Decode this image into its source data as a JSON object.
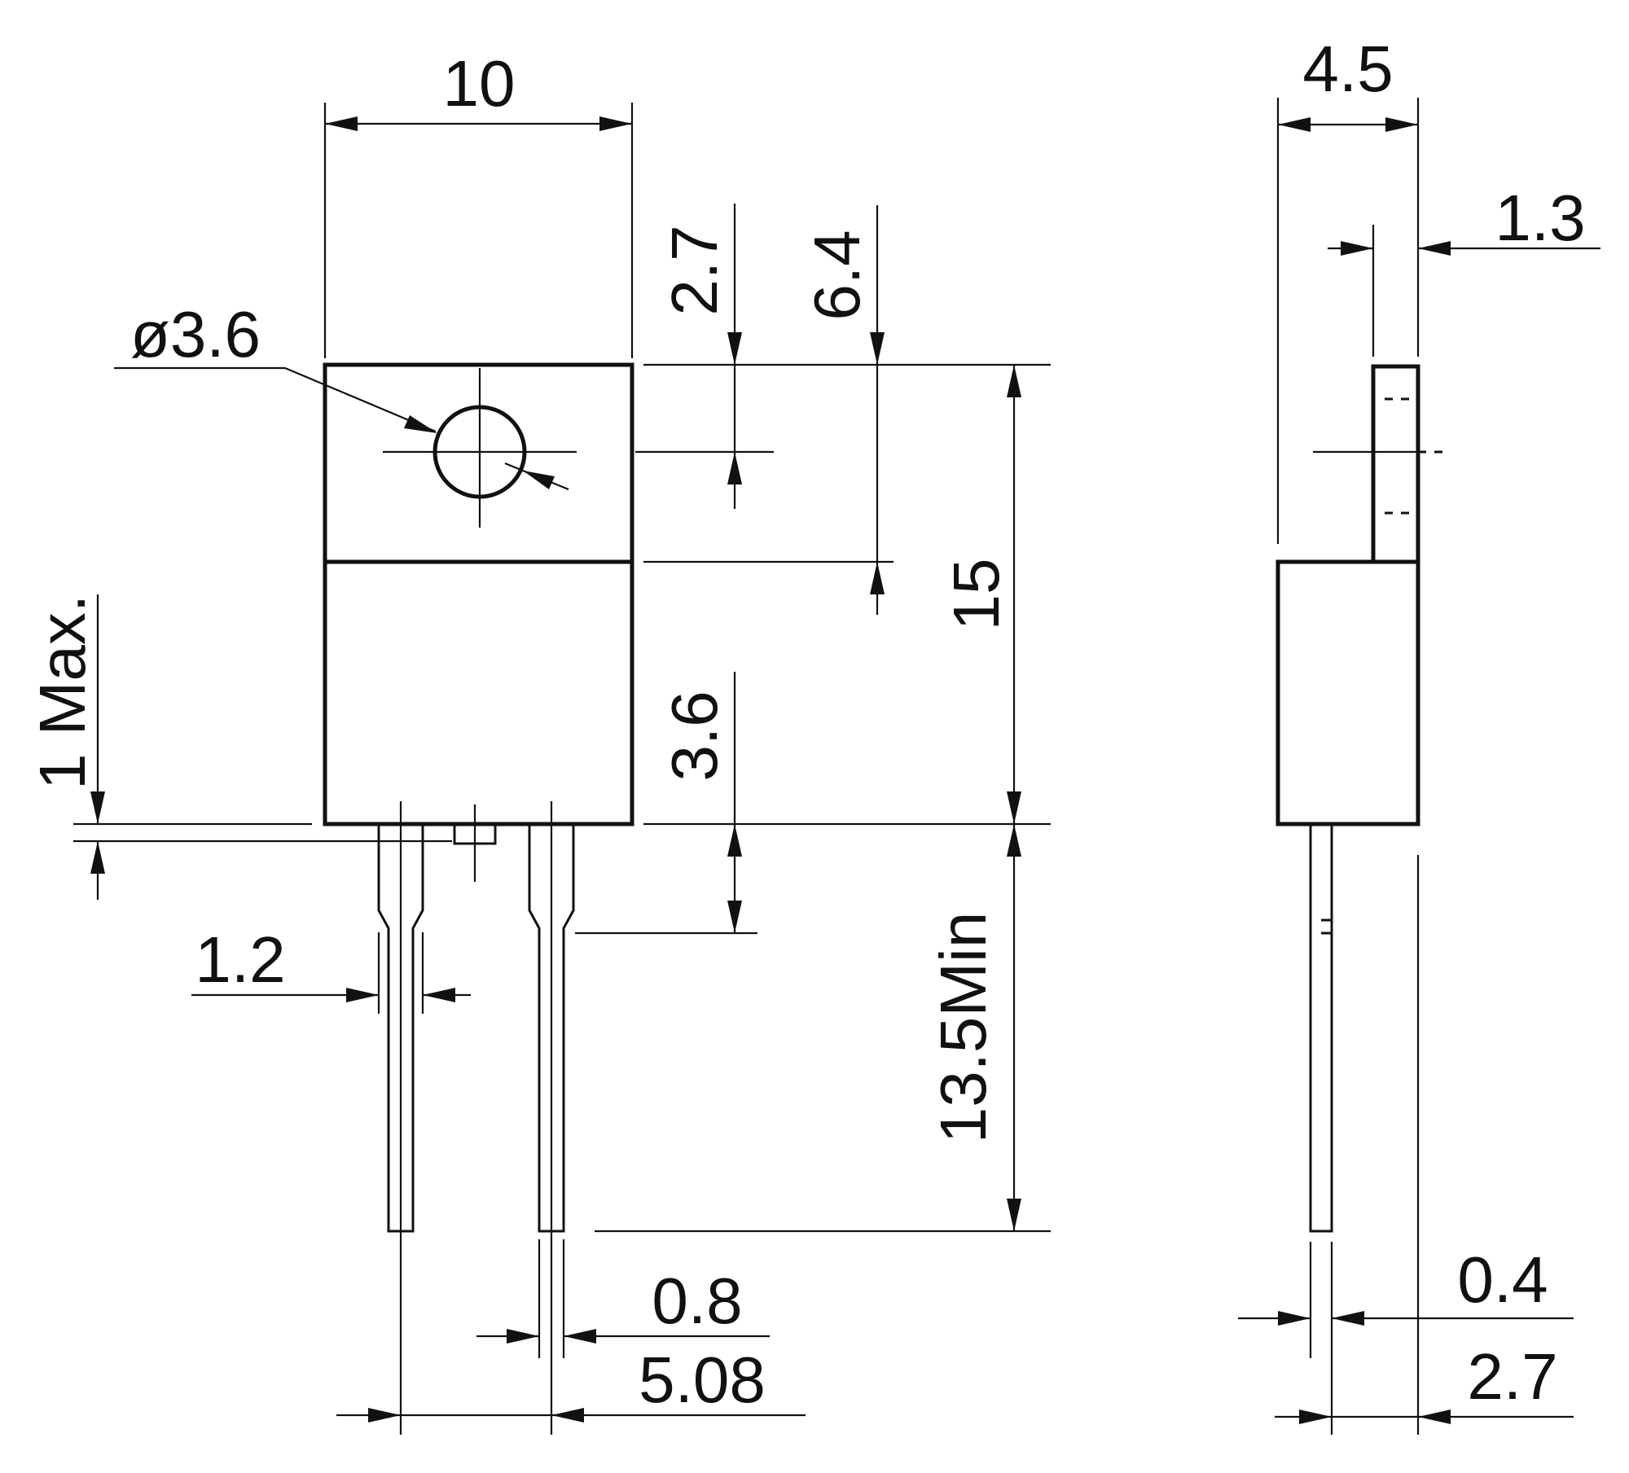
{
  "dimensions": {
    "body_width": "10",
    "side_thickness": "4.5",
    "tab_thickness": "1.3",
    "hole_diameter": "ø3.6",
    "hole_center_offset": "2.7",
    "tab_height": "6.4",
    "body_height": "15",
    "lead_shoulder": "3.6",
    "standoff": "1 Max.",
    "lead_width_upper": "1.2",
    "lead_length": "13.5Min",
    "lead_width_lower": "0.8",
    "lead_pitch": "5.08",
    "lead_thickness": "0.4",
    "lead_offset": "2.7"
  }
}
